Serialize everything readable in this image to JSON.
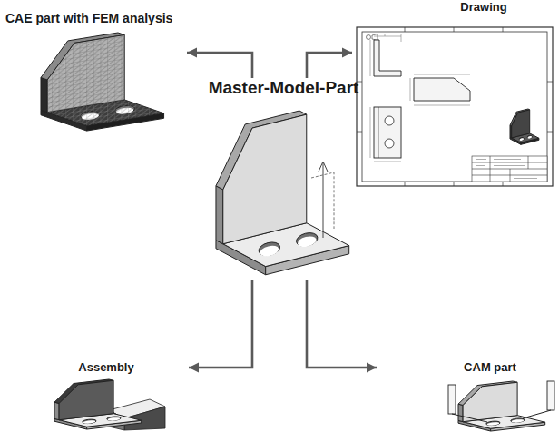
{
  "diagram": {
    "nodes": [
      {
        "text": [
          "CAE part with FEM analysis"
        ]
      },
      {
        "text": [
          "Drawing"
        ]
      },
      {
        "text": [
          "Master-Model-Part"
        ]
      },
      {
        "text": [
          "Assembly"
        ]
      },
      {
        "text": [
          "CAM part"
        ]
      }
    ],
    "edges": [
      {
        "from": 2,
        "to": 0,
        "arrow": "to"
      },
      {
        "from": 2,
        "to": 1,
        "arrow": "to"
      },
      {
        "from": 2,
        "to": 3,
        "arrow": "to"
      },
      {
        "from": 2,
        "to": 4,
        "arrow": "to"
      }
    ]
  }
}
